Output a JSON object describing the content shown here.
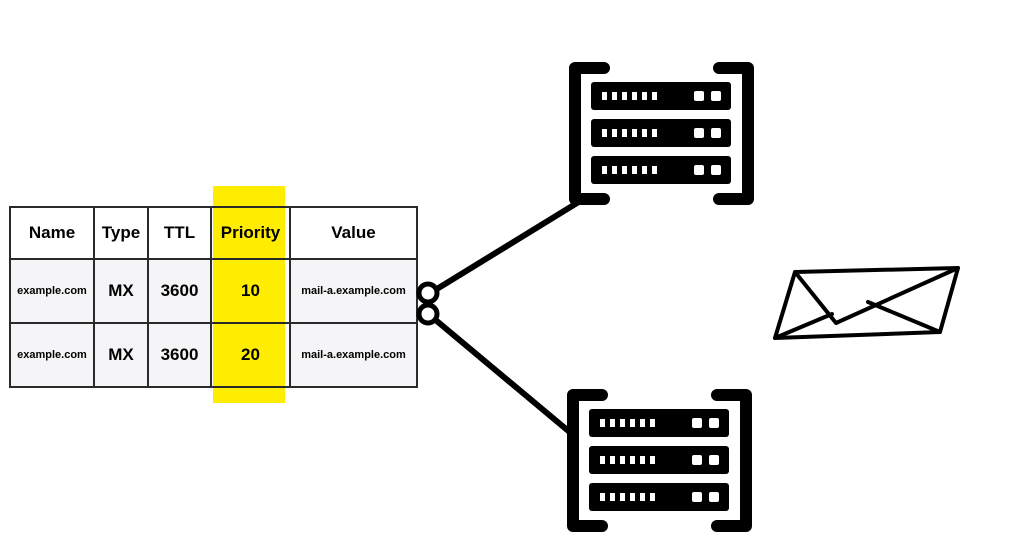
{
  "table": {
    "headers": {
      "name": "Name",
      "type": "Type",
      "ttl": "TTL",
      "priority": "Priority",
      "value": "Value"
    },
    "rows": [
      {
        "name": "example.com",
        "type": "MX",
        "ttl": "3600",
        "priority": "10",
        "value": "mail-a.example.com"
      },
      {
        "name": "example.com",
        "type": "MX",
        "ttl": "3600",
        "priority": "20",
        "value": "mail-a.example.com"
      }
    ]
  },
  "colors": {
    "highlight": "#ffed00",
    "ink": "#000000"
  },
  "icons": [
    "connector-icon",
    "server-rack-icon",
    "server-rack-icon",
    "envelope-icon"
  ]
}
